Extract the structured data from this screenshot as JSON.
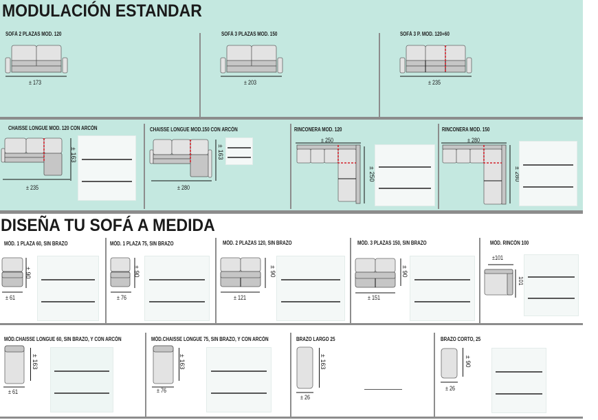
{
  "sections": {
    "standard": {
      "title": "MODULACIÓN ESTANDAR",
      "items": [
        {
          "label": "SOFÁ 2 PLAZAS MOD. 120",
          "width": "± 173"
        },
        {
          "label": "SOFÁ 3 PLAZAS MOD. 150",
          "width": "± 203"
        },
        {
          "label": "SOFÁ 3 P. MOD. 120+60",
          "width": "± 235"
        },
        {
          "label": "CHAISSE LONGUE MOD. 120 CON ARCÓN",
          "width": "± 235",
          "depth": "± 163"
        },
        {
          "label": "CHAISSE LONGUE MOD.150 CON ARCÓN",
          "width": "± 280",
          "depth": "± 163"
        },
        {
          "label": "RINCONERA MOD. 120",
          "width": "± 250",
          "depth": "± 250"
        },
        {
          "label": "RINCONERA MOD. 150",
          "width": "± 280",
          "depth": "± 280"
        }
      ]
    },
    "custom": {
      "title": "DISEÑA TU SOFÁ A MEDIDA",
      "items": [
        {
          "label": "MÓD. 1 PLAZA 60, SIN BRAZO",
          "width": "± 61",
          "depth": "± 90"
        },
        {
          "label": "MÓD. 1 PLAZA 75, SIN BRAZO",
          "width": "± 76",
          "depth": "± 90"
        },
        {
          "label": "MÓD. 2 PLAZAS 120, SIN BRAZO",
          "width": "± 121",
          "depth": "± 90"
        },
        {
          "label": "MÓD. 3 PLAZAS 150, SIN BRAZO",
          "width": "± 151",
          "depth": "± 90"
        },
        {
          "label": "MÓD. RINCÓN 100",
          "width": "±101",
          "depth": "101"
        },
        {
          "label": "MÓD.CHAISSE LONGUE 60, SIN BRAZO, Y CON ARCÓN",
          "width": "± 61",
          "depth": "± 163"
        },
        {
          "label": "MÓD.CHAISSE LONGUE 75, SIN BRAZO, Y CON ARCÓN",
          "width": "± 76",
          "depth": "± 163"
        },
        {
          "label": "BRAZO LARGO 25",
          "width": "± 26",
          "depth": "± 163"
        },
        {
          "label": "BRAZO CORTO, 25",
          "width": "± 26",
          "depth": "± 90"
        }
      ]
    }
  },
  "colors": {
    "teal": "#c4e8e0",
    "red": "#d3202a",
    "divider": "#8c8c8c"
  }
}
